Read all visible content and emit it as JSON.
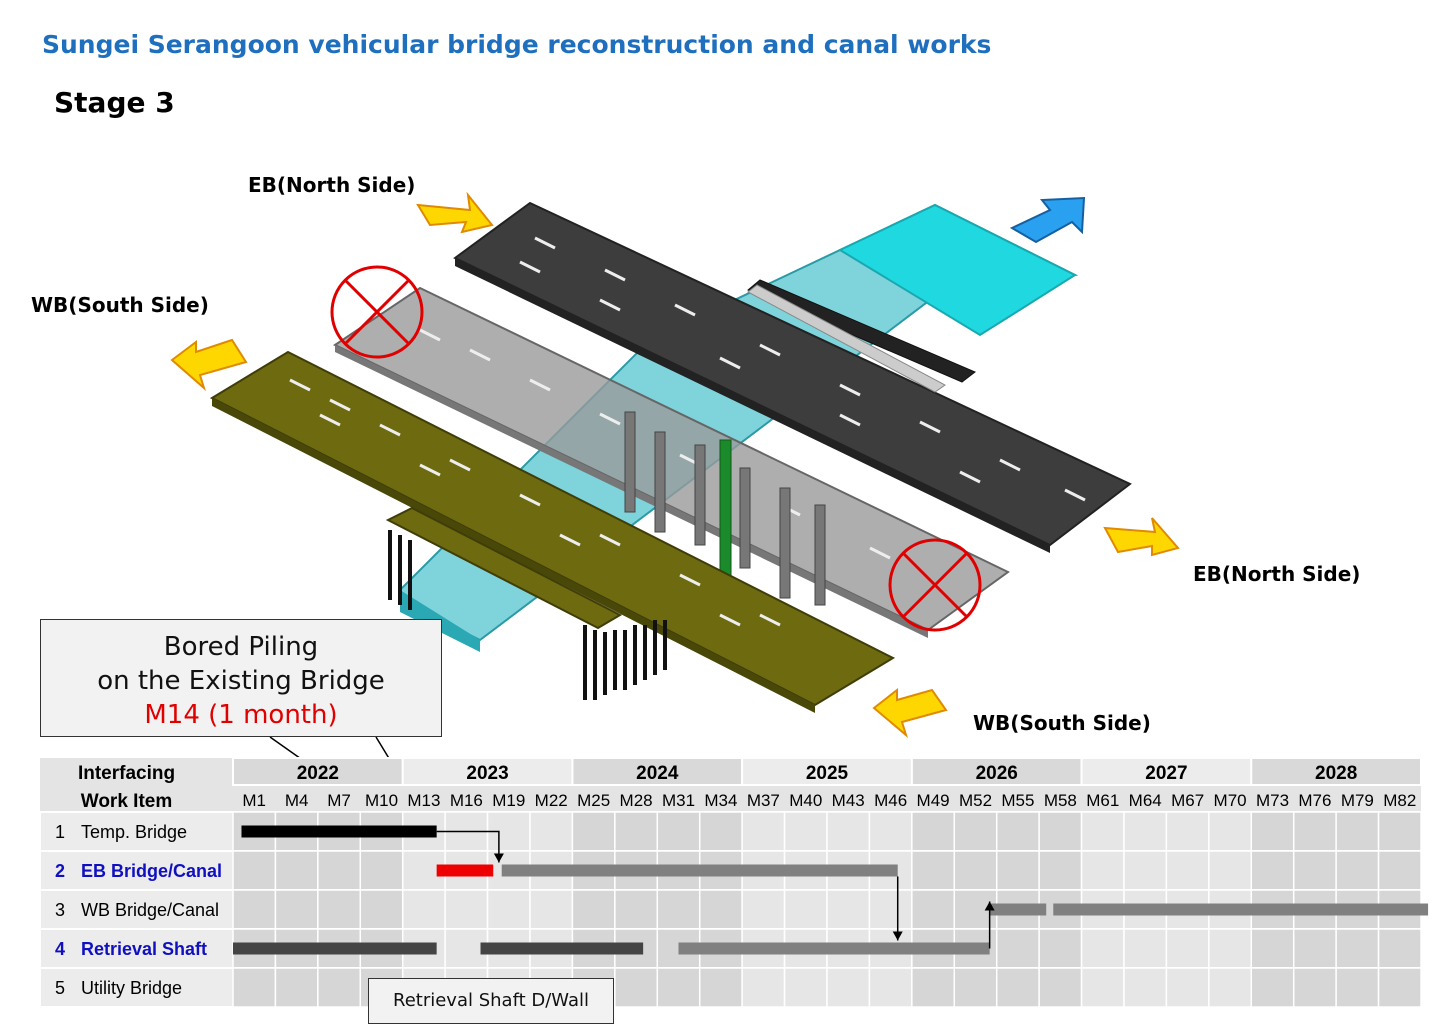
{
  "title": "Sungei Serangoon vehicular bridge reconstruction and canal works",
  "stage": "Stage 3",
  "directions": {
    "eb_north_top": "EB(North Side)",
    "wb_south_left": "WB(South Side)",
    "eb_north_right": "EB(North Side)",
    "wb_south_bottom": "WB(South Side)"
  },
  "callout": {
    "line1": "Bored Piling",
    "line2": "on the Existing Bridge",
    "line3": "M14 (1 month)"
  },
  "callout_dwall": "Retrieval Shaft D/Wall",
  "gantt": {
    "header_col": [
      "Interfacing",
      "Work Item"
    ],
    "years": [
      "2022",
      "2023",
      "2024",
      "2025",
      "2026",
      "2027",
      "2028"
    ],
    "months": [
      "M1",
      "M4",
      "M7",
      "M10",
      "M13",
      "M16",
      "M19",
      "M22",
      "M25",
      "M28",
      "M31",
      "M34",
      "M37",
      "M40",
      "M43",
      "M46",
      "M49",
      "M52",
      "M55",
      "M58",
      "M61",
      "M64",
      "M67",
      "M70",
      "M73",
      "M76",
      "M79",
      "M82"
    ],
    "rows": [
      {
        "num": "1",
        "label": "Temp. Bridge",
        "highlight": false
      },
      {
        "num": "2",
        "label": "EB Bridge/Canal",
        "highlight": true
      },
      {
        "num": "3",
        "label": "WB Bridge/Canal",
        "highlight": false
      },
      {
        "num": "4",
        "label": "Retrieval Shaft",
        "highlight": true
      },
      {
        "num": "5",
        "label": "Utility Bridge",
        "highlight": false
      }
    ],
    "colors": {
      "black": "#000000",
      "red": "#ee0000",
      "gray": "#808080",
      "dark": "#444444",
      "highlight_text": "#1010c0"
    }
  }
}
